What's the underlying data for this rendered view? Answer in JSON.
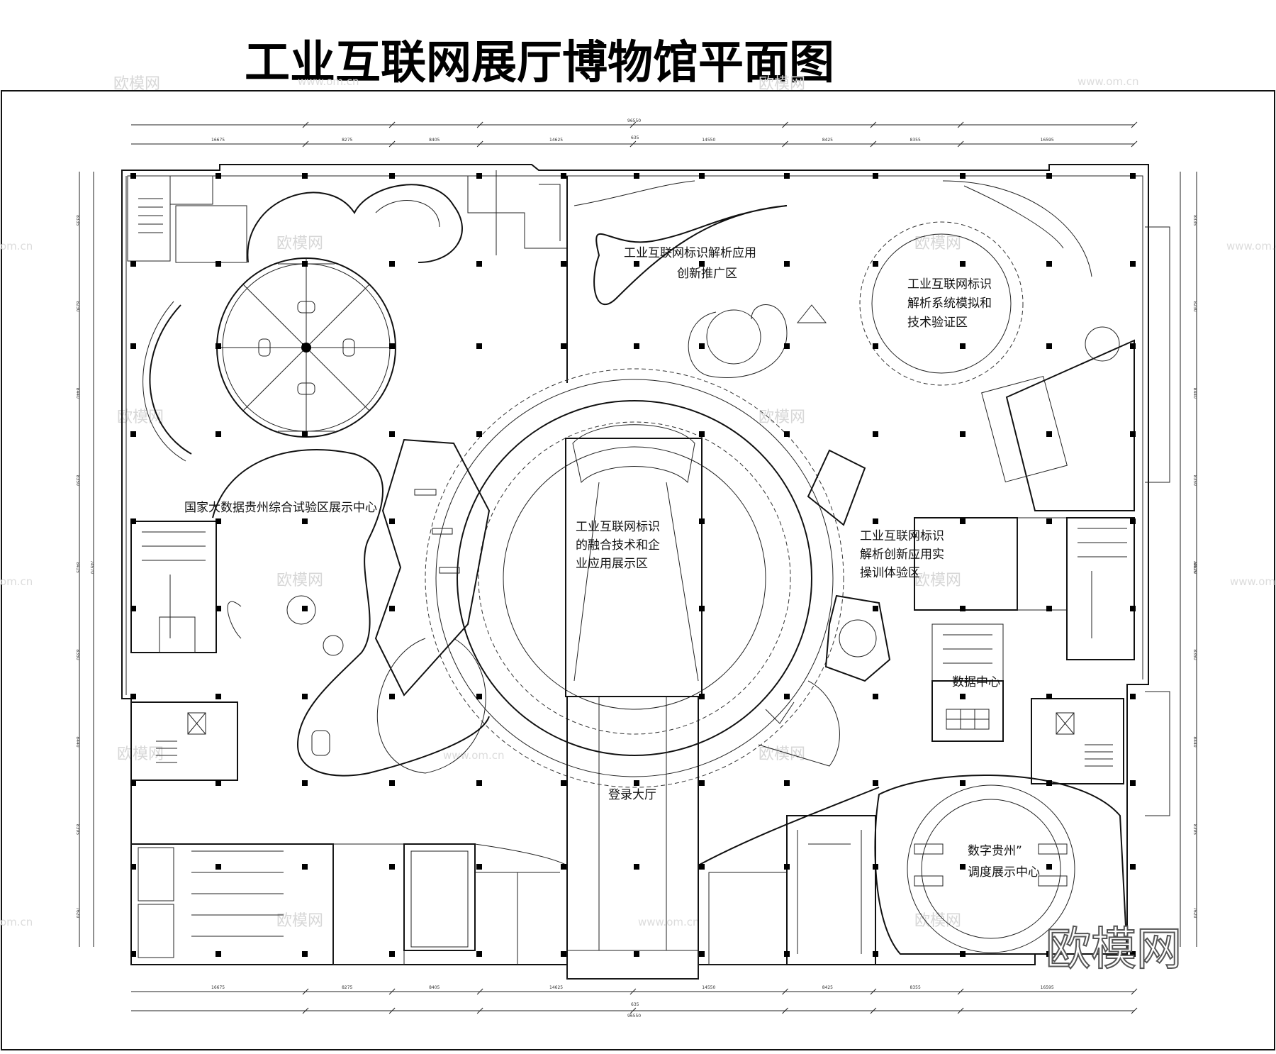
{
  "title": "工业互联网展厅博物馆平面图",
  "watermark_brand": "欧模网",
  "watermark_url": "www.om.cn",
  "watermark_url_short": "om.cn",
  "dimensions": {
    "overall": "96550",
    "top_segments": [
      "16675",
      "8275",
      "8405",
      "14625",
      "14550",
      "8425",
      "8355",
      "16595"
    ],
    "mid_gap": "635",
    "side_overall": "74570",
    "side_segments": [
      "8335",
      "8230",
      "8440",
      "8350",
      "8415",
      "8350",
      "8440",
      "8395",
      "7620"
    ]
  },
  "zones": {
    "identity_promotion": [
      "工业互联网标识解析应用",
      "创新推广区"
    ],
    "system_simulation": [
      "工业互联网标识",
      "解析系统模拟和",
      "技术验证区"
    ],
    "big_data_center": "国家大数据贵州综合试验区展示中心",
    "fusion_tech": [
      "工业互联网标识",
      "的融合技术和企",
      "业应用展示区"
    ],
    "innovation_training": [
      "工业互联网标识",
      "解析创新应用实",
      "操训体验区"
    ],
    "data_center": "数据中心",
    "lobby": "登录大厅",
    "digital_guizhou": [
      "数字贵州”",
      "调度展示中心"
    ]
  },
  "colors": {
    "line": "#111111",
    "background": "#ffffff",
    "watermark": "#d7d7d7"
  }
}
